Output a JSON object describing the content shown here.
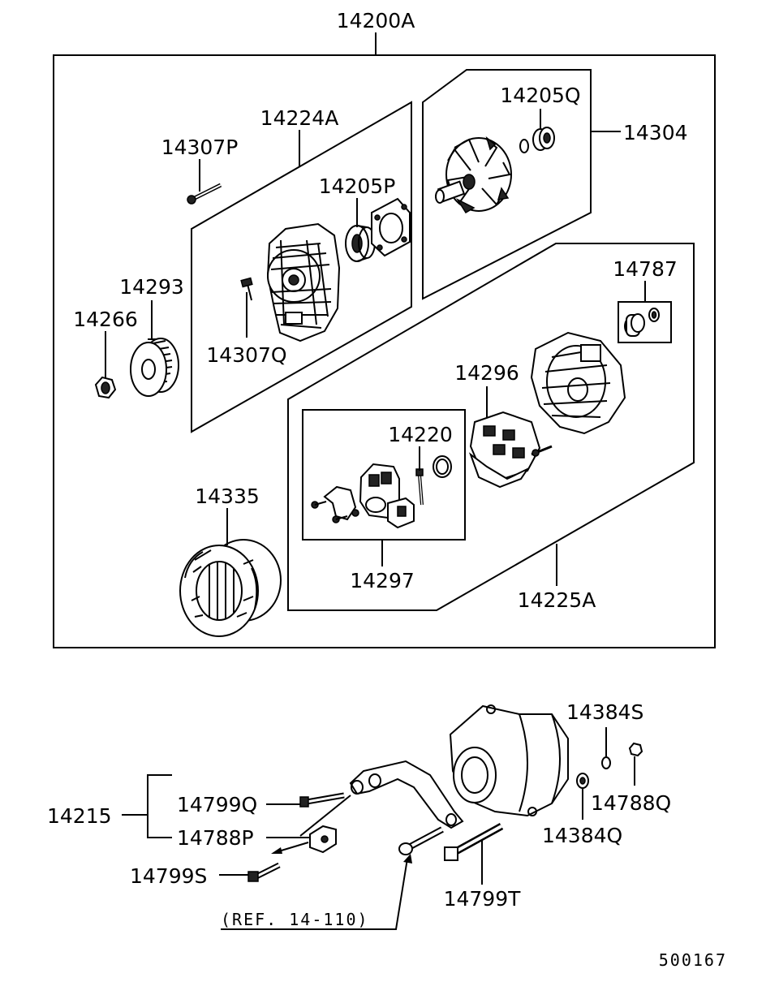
{
  "labels": {
    "assembly": "14200A",
    "rear_bracket_kit": "14224A",
    "bolt_top": "14307P",
    "bearing_front": "14205P",
    "screw": "14307Q",
    "pulley": "14293",
    "nut": "14266",
    "stator": "14335",
    "bearing_rotor": "14205Q",
    "rotor": "14304",
    "cap_kit": "14787",
    "rectifier": "14296",
    "brush_holder": "14220",
    "regulator_kit": "14297",
    "front_bracket_kit": "14225A",
    "bracket": "14215",
    "bolt_q": "14799Q",
    "plate_p": "14788P",
    "bolt_s": "14799S",
    "ref": "(REF. 14-110)",
    "bolt_t": "14799T",
    "washer_s": "14384S",
    "nut_q": "14788Q",
    "washer_q": "14384Q",
    "diagram_code": "500167"
  }
}
